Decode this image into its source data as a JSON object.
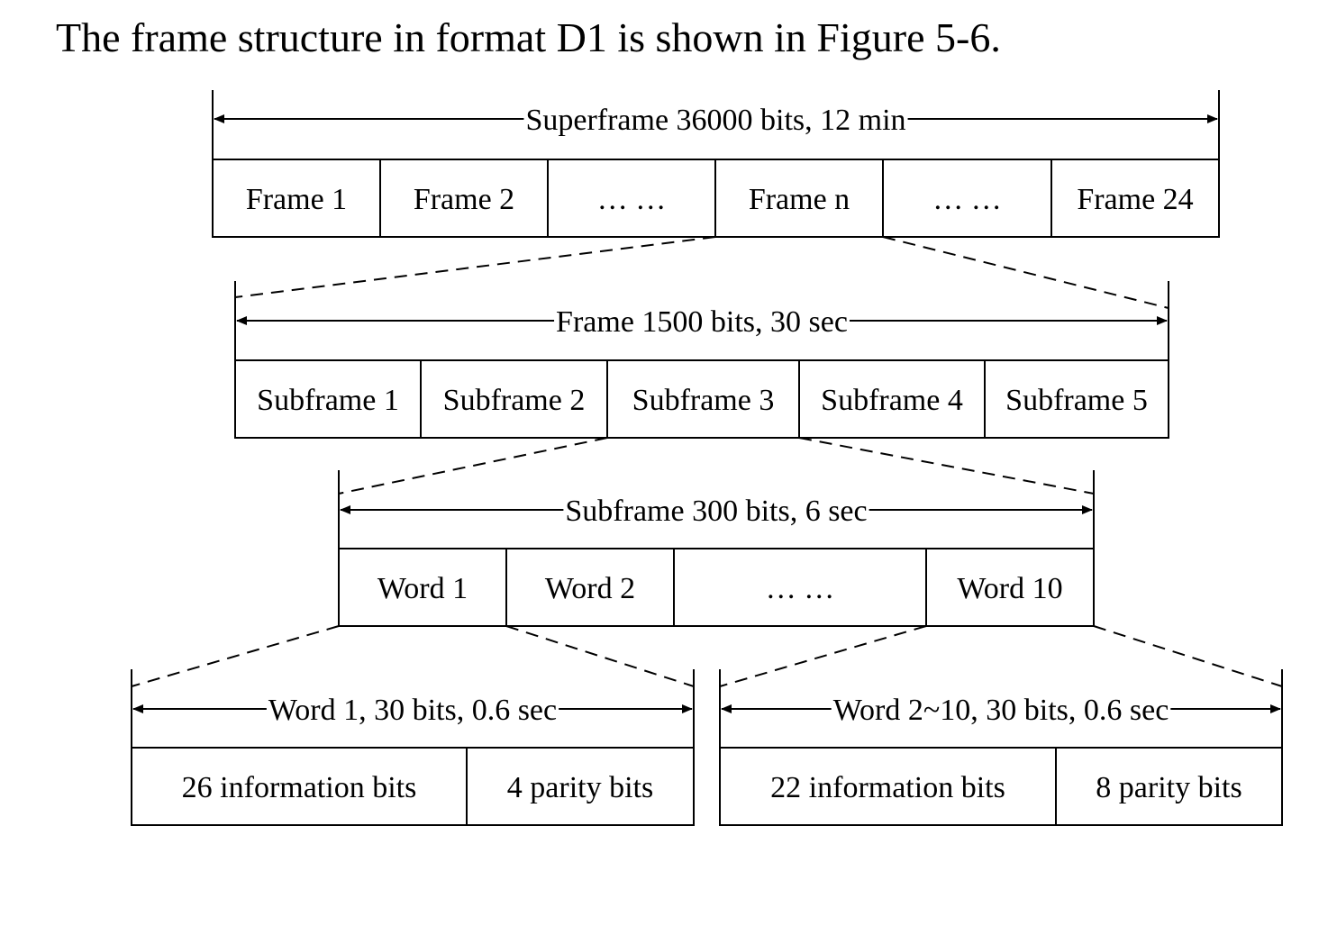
{
  "caption": "The frame structure in format D1 is shown in Figure 5-6.",
  "levels": [
    {
      "id": "superframe",
      "span_label": "Superframe 36000 bits, 12 min",
      "cells": [
        "Frame 1",
        "Frame 2",
        "… …",
        "Frame n",
        "… …",
        "Frame 24"
      ],
      "expanded_cell_index": 3
    },
    {
      "id": "frame",
      "span_label": "Frame 1500 bits, 30 sec",
      "cells": [
        "Subframe 1",
        "Subframe 2",
        "Subframe 3",
        "Subframe 4",
        "Subframe 5"
      ],
      "expanded_cell_index": 2
    },
    {
      "id": "subframe",
      "span_label": "Subframe 300 bits,  6 sec",
      "cells": [
        "Word 1",
        "Word 2",
        "… …",
        "Word 10"
      ]
    },
    {
      "id": "word1",
      "span_label": "Word 1,  30 bits,  0.6 sec",
      "cells": [
        "26 information bits",
        "4 parity bits"
      ],
      "expands_from_cell": "Word 1"
    },
    {
      "id": "word2to10",
      "span_label": "Word 2~10,  30 bits,  0.6 sec",
      "cells": [
        "22 information bits",
        "8 parity bits"
      ],
      "expands_from_cells": [
        "Word 2",
        "Word 10"
      ]
    }
  ]
}
